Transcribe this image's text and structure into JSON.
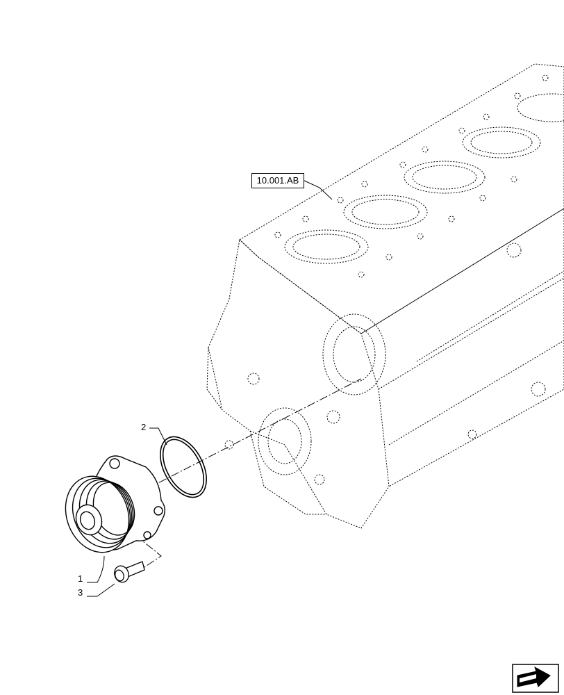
{
  "reference_label": "10.001.AB",
  "callouts": [
    {
      "id": "c1",
      "label": "1"
    },
    {
      "id": "c2",
      "label": "2"
    },
    {
      "id": "c3",
      "label": "3"
    }
  ],
  "icons": {
    "nav": "next-page-arrow-icon"
  },
  "colors": {
    "line": "#000000",
    "background": "#ffffff"
  }
}
